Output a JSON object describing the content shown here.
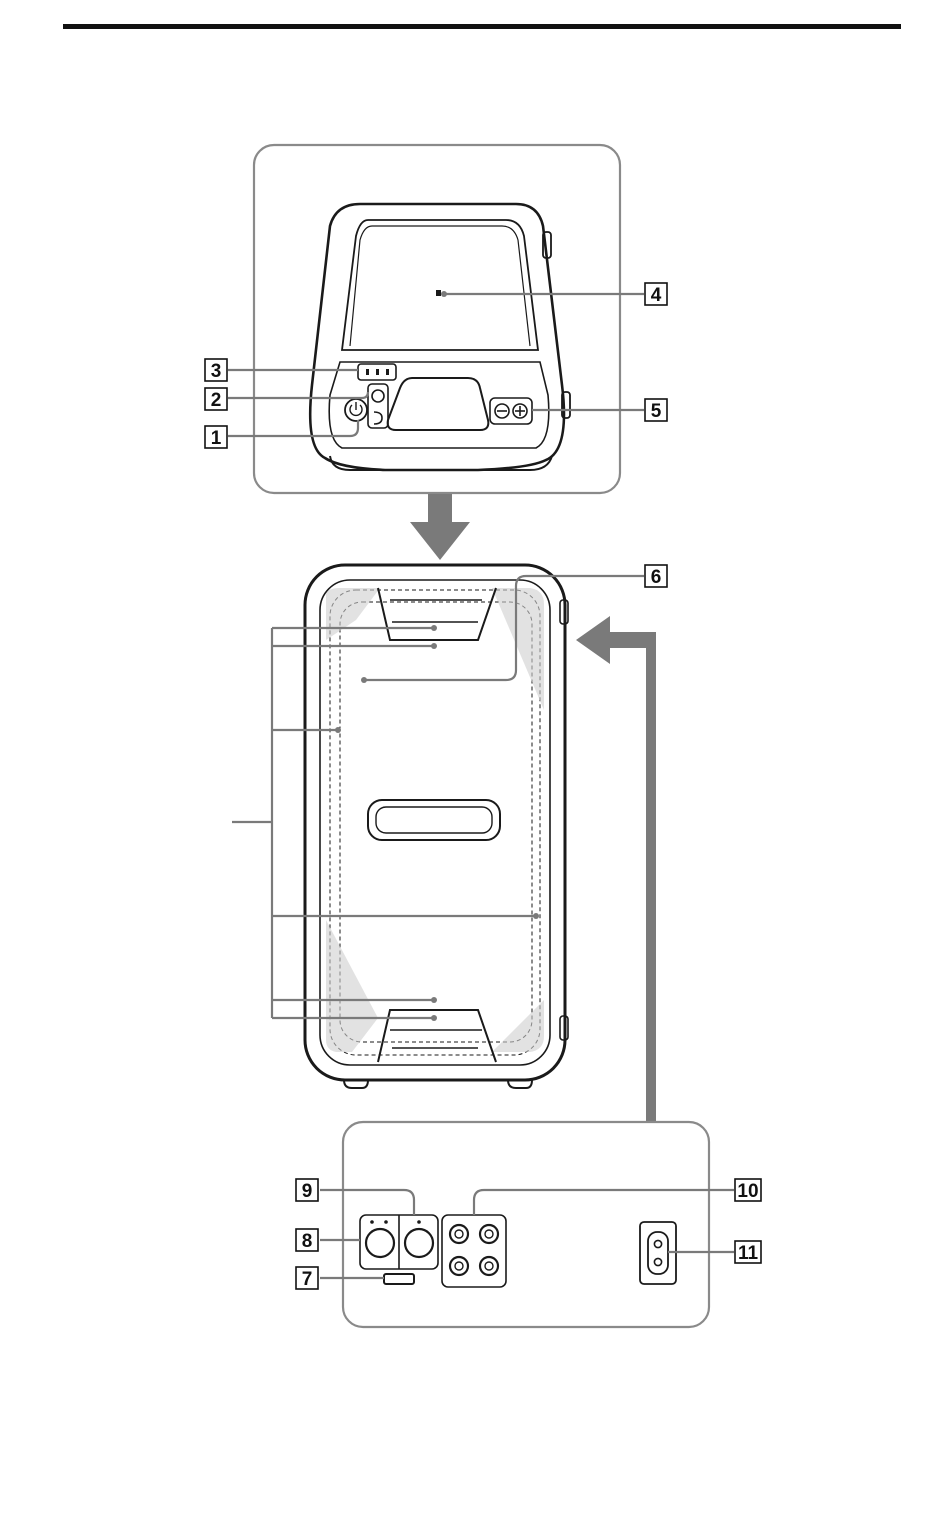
{
  "callouts": [
    {
      "id": "c1",
      "number": "1"
    },
    {
      "id": "c2",
      "number": "2"
    },
    {
      "id": "c3",
      "number": "3"
    },
    {
      "id": "c4",
      "number": "4"
    },
    {
      "id": "c5",
      "number": "5"
    },
    {
      "id": "c6",
      "number": "6"
    },
    {
      "id": "c7",
      "number": "7"
    },
    {
      "id": "c8",
      "number": "8"
    },
    {
      "id": "c9",
      "number": "9"
    },
    {
      "id": "c10",
      "number": "10"
    },
    {
      "id": "c11",
      "number": "11"
    }
  ],
  "icons": {
    "power": "power-icon",
    "bluetooth": "bluetooth-icon",
    "nfc": "nfc-icon",
    "volume_minus": "minus-icon",
    "volume_plus": "plus-icon",
    "usb": "usb-port-icon",
    "ac_in": "ac-inlet-icon"
  },
  "colors": {
    "leader": "#7a7a7a",
    "outline": "#1a1a1a",
    "arrow": "#7a7a7a",
    "panel_border": "#8a8a8a"
  }
}
